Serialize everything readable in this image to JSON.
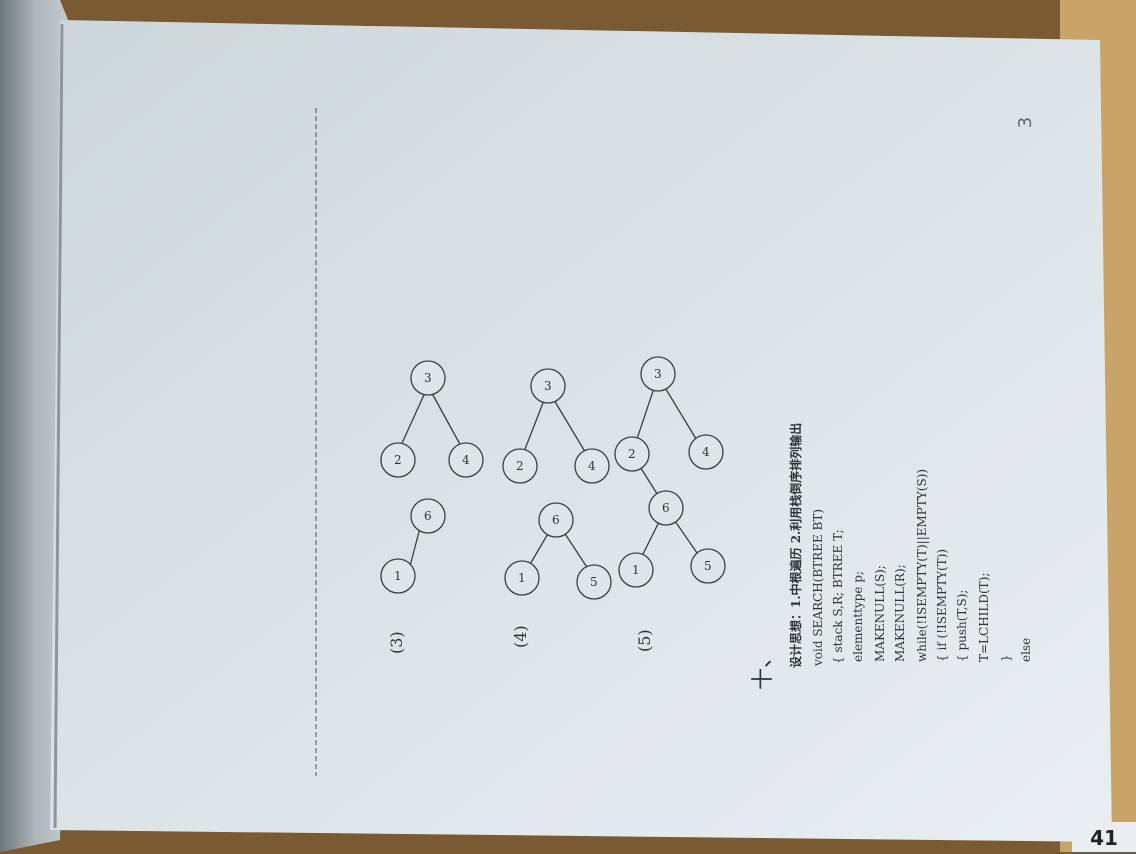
{
  "photo": {
    "description_colors": {
      "table": "#7a5a32",
      "paper": "#d9e1e4",
      "ink": "#3a3f44",
      "binding": "#9aa3a8"
    }
  },
  "page": {
    "page_number": "3",
    "corner_tab": "41",
    "trees": [
      {
        "label": "(3)",
        "nodes": [
          "1",
          "6",
          "2",
          "3",
          "4"
        ]
      },
      {
        "label": "(4)",
        "nodes": [
          "1",
          "6",
          "5",
          "2",
          "3",
          "4"
        ]
      },
      {
        "label": "(5)",
        "nodes": [
          "1",
          "6",
          "5",
          "2",
          "3",
          "4"
        ]
      }
    ],
    "section_mark": "十、",
    "code_lines": [
      "设计思想：1.中根遍历  2.利用栈倒序排列输出",
      "void SEARCH(BTREE BT)",
      "{    stack S,R;        BTREE T;",
      "     elementtype p;",
      "     MAKENULL(S);",
      "     MAKENULL(R);",
      "     while(!ISEMPTY(T)||EMPTY(S))",
      "     {    if (!ISEMPTY(T))",
      "          {     push(T,S);",
      "                T=LCHILD(T);",
      "          }",
      "          else"
    ]
  }
}
